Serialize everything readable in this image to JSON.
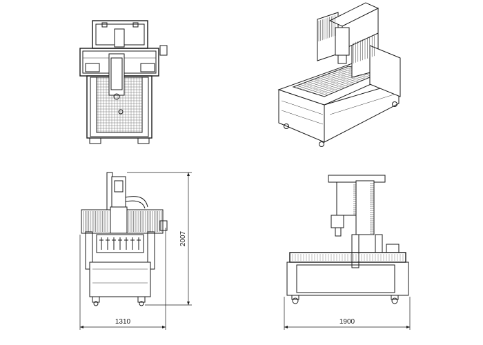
{
  "views": [
    {
      "id": "top-view"
    },
    {
      "id": "iso-view"
    },
    {
      "id": "front-view"
    },
    {
      "id": "side-view"
    }
  ],
  "dimensions": {
    "front_width": "1310",
    "front_height": "2007",
    "side_width": "1900"
  },
  "colors": {
    "line": "#1a1a1a",
    "background": "#ffffff"
  }
}
